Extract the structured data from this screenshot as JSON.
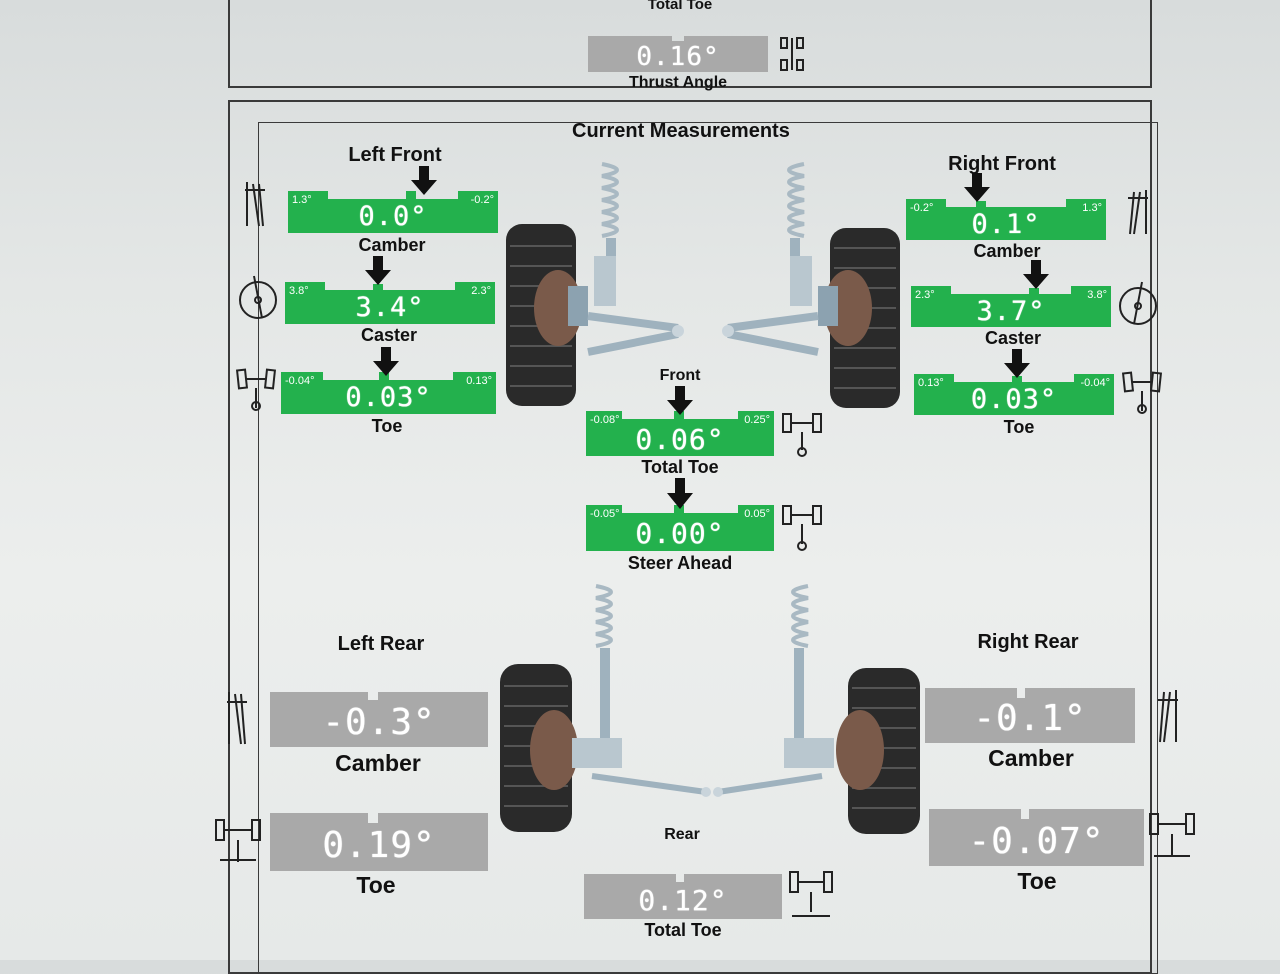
{
  "top_panel": {
    "total_toe_label": "Total Toe",
    "thrust_angle": {
      "value": "0.16°",
      "label": "Thrust Angle"
    }
  },
  "title": "Current Measurements",
  "front": {
    "label": "Front",
    "left": {
      "title": "Left Front",
      "camber": {
        "label": "Camber",
        "value": "0.0°",
        "min": "1.3°",
        "max": "-0.2°"
      },
      "caster": {
        "label": "Caster",
        "value": "3.4°",
        "min": "3.8°",
        "max": "2.3°"
      },
      "toe": {
        "label": "Toe",
        "value": "0.03°",
        "min": "-0.04°",
        "max": "0.13°"
      }
    },
    "right": {
      "title": "Right Front",
      "camber": {
        "label": "Camber",
        "value": "0.1°",
        "min": "-0.2°",
        "max": "1.3°"
      },
      "caster": {
        "label": "Caster",
        "value": "3.7°",
        "min": "2.3°",
        "max": "3.8°"
      },
      "toe": {
        "label": "Toe",
        "value": "0.03°",
        "min": "0.13°",
        "max": "-0.04°"
      }
    },
    "total_toe": {
      "label": "Total Toe",
      "value": "0.06°",
      "min": "-0.08°",
      "max": "0.25°"
    },
    "steer_ahead": {
      "label": "Steer Ahead",
      "value": "0.00°",
      "min": "-0.05°",
      "max": "0.05°"
    }
  },
  "rear": {
    "label": "Rear",
    "left": {
      "title": "Left Rear",
      "camber": {
        "label": "Camber",
        "value": "-0.3°"
      },
      "toe": {
        "label": "Toe",
        "value": "0.19°"
      }
    },
    "right": {
      "title": "Right Rear",
      "camber": {
        "label": "Camber",
        "value": "-0.1°"
      },
      "toe": {
        "label": "Toe",
        "value": "-0.07°"
      }
    },
    "total_toe": {
      "label": "Total Toe",
      "value": "0.12°"
    }
  },
  "colors": {
    "in_spec": "#23b14d",
    "no_spec": "#a9a9a9",
    "frame": "#3a3a3a"
  },
  "icons": [
    "camber-icon",
    "caster-icon",
    "toe-icon",
    "total-toe-icon",
    "steer-ahead-icon",
    "thrust-angle-icon",
    "arrow-down-icon",
    "wheel-icon",
    "strut-icon"
  ]
}
